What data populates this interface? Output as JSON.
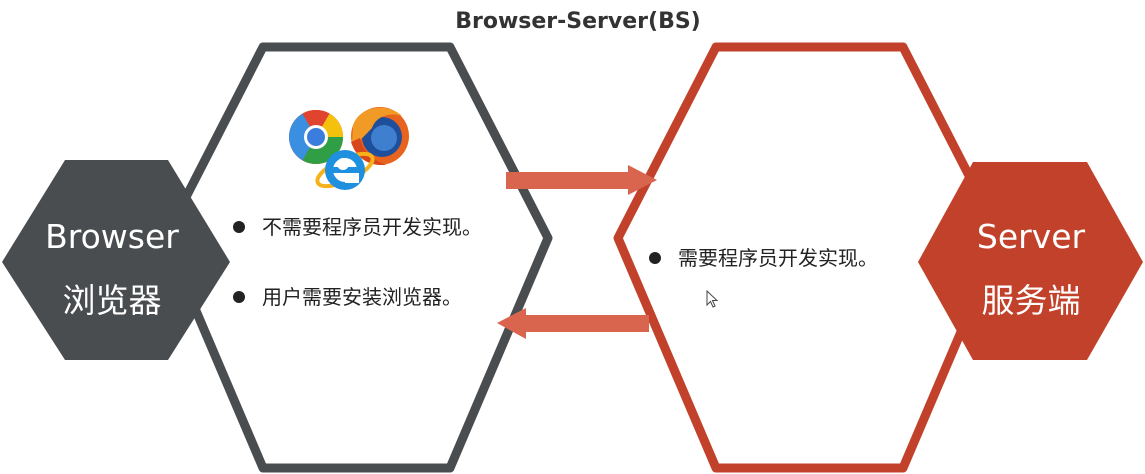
{
  "title": "Browser-Server(BS)",
  "browser_node": {
    "label_en": "Browser",
    "label_cn": "浏览器"
  },
  "server_node": {
    "label_en": "Server",
    "label_cn": "服务端"
  },
  "browser_panel": {
    "bullets": [
      "不需要程序员开发实现。",
      "用户需要安装浏览器。"
    ]
  },
  "server_panel": {
    "bullets": [
      "需要程序员开发实现。"
    ]
  },
  "icons": [
    "chrome-icon",
    "firefox-icon",
    "ie-icon",
    "cursor-icon"
  ],
  "colors": {
    "browser_dark": "#4a4d50",
    "server_red": "#c2412a",
    "arrow": "#d9654f",
    "text": "#222222",
    "title": "#333333"
  }
}
